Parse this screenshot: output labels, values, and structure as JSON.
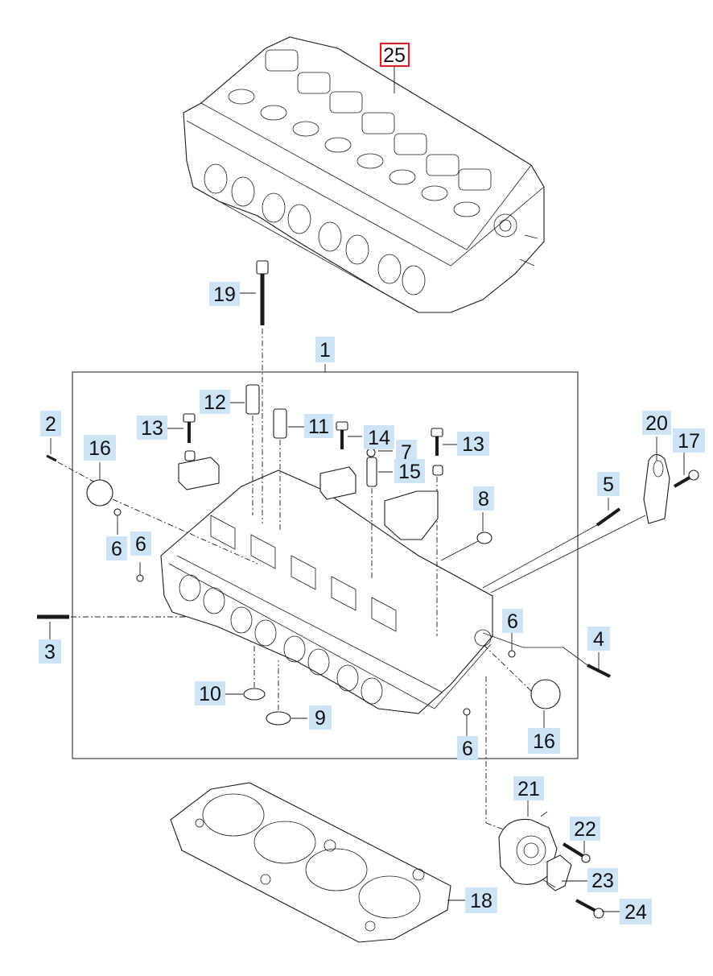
{
  "callouts": [
    {
      "id": "c25",
      "label": "25",
      "highlighted": true
    },
    {
      "id": "c19",
      "label": "19"
    },
    {
      "id": "c1",
      "label": "1"
    },
    {
      "id": "c12",
      "label": "12"
    },
    {
      "id": "c13a",
      "label": "13"
    },
    {
      "id": "c11",
      "label": "11"
    },
    {
      "id": "c14",
      "label": "14"
    },
    {
      "id": "c7",
      "label": "7"
    },
    {
      "id": "c13b",
      "label": "13"
    },
    {
      "id": "c15",
      "label": "15"
    },
    {
      "id": "c2",
      "label": "2"
    },
    {
      "id": "c16a",
      "label": "16"
    },
    {
      "id": "c6a",
      "label": "6"
    },
    {
      "id": "c6b",
      "label": "6"
    },
    {
      "id": "c8",
      "label": "8"
    },
    {
      "id": "c20",
      "label": "20"
    },
    {
      "id": "c17",
      "label": "17"
    },
    {
      "id": "c5",
      "label": "5"
    },
    {
      "id": "c3",
      "label": "3"
    },
    {
      "id": "c6c",
      "label": "6"
    },
    {
      "id": "c4",
      "label": "4"
    },
    {
      "id": "c10",
      "label": "10"
    },
    {
      "id": "c9",
      "label": "9"
    },
    {
      "id": "c16b",
      "label": "16"
    },
    {
      "id": "c6d",
      "label": "6"
    },
    {
      "id": "c21",
      "label": "21"
    },
    {
      "id": "c22",
      "label": "22"
    },
    {
      "id": "c23",
      "label": "23"
    },
    {
      "id": "c18",
      "label": "18"
    },
    {
      "id": "c24",
      "label": "24"
    }
  ],
  "colors": {
    "callout_fill": "#cfe3f7",
    "highlight_border": "#d6242a",
    "line": "#1a1a1a",
    "background": "#ffffff"
  }
}
